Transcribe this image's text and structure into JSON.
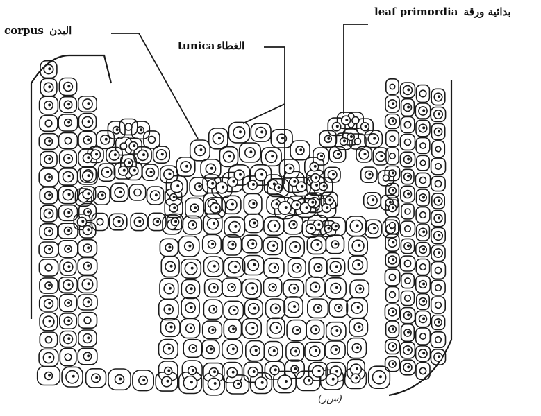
{
  "labels": {
    "corpus": {
      "en": "corpus",
      "ar": "البدن"
    },
    "tunica": {
      "en": "tunica",
      "ar": "الغطاء"
    },
    "leaf_primordia": {
      "en": "leaf primordia",
      "ar": "بدائية ورقة"
    }
  },
  "colors": {
    "ink": "#1a1a1a",
    "paper": "#ffffff"
  }
}
